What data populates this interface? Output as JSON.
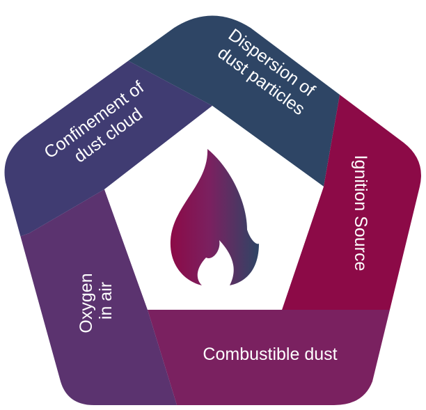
{
  "title": "Dust explosion pentagon",
  "segments": {
    "dispersion": {
      "line1": "Dispersion",
      "line2": "of",
      "line3": "dust particles",
      "color": "#2e4565"
    },
    "ignition": {
      "label": "Ignition Source",
      "color": "#8c0a47"
    },
    "combustible": {
      "label": "Combustible dust",
      "color": "#7a2160"
    },
    "oxygen": {
      "line1": "Oxygen",
      "line2": "in air",
      "color": "#5b336f"
    },
    "confinement": {
      "line1": "Confinement of",
      "line2": "dust cloud",
      "color": "#403c72"
    }
  },
  "center_icon": "flame-icon"
}
